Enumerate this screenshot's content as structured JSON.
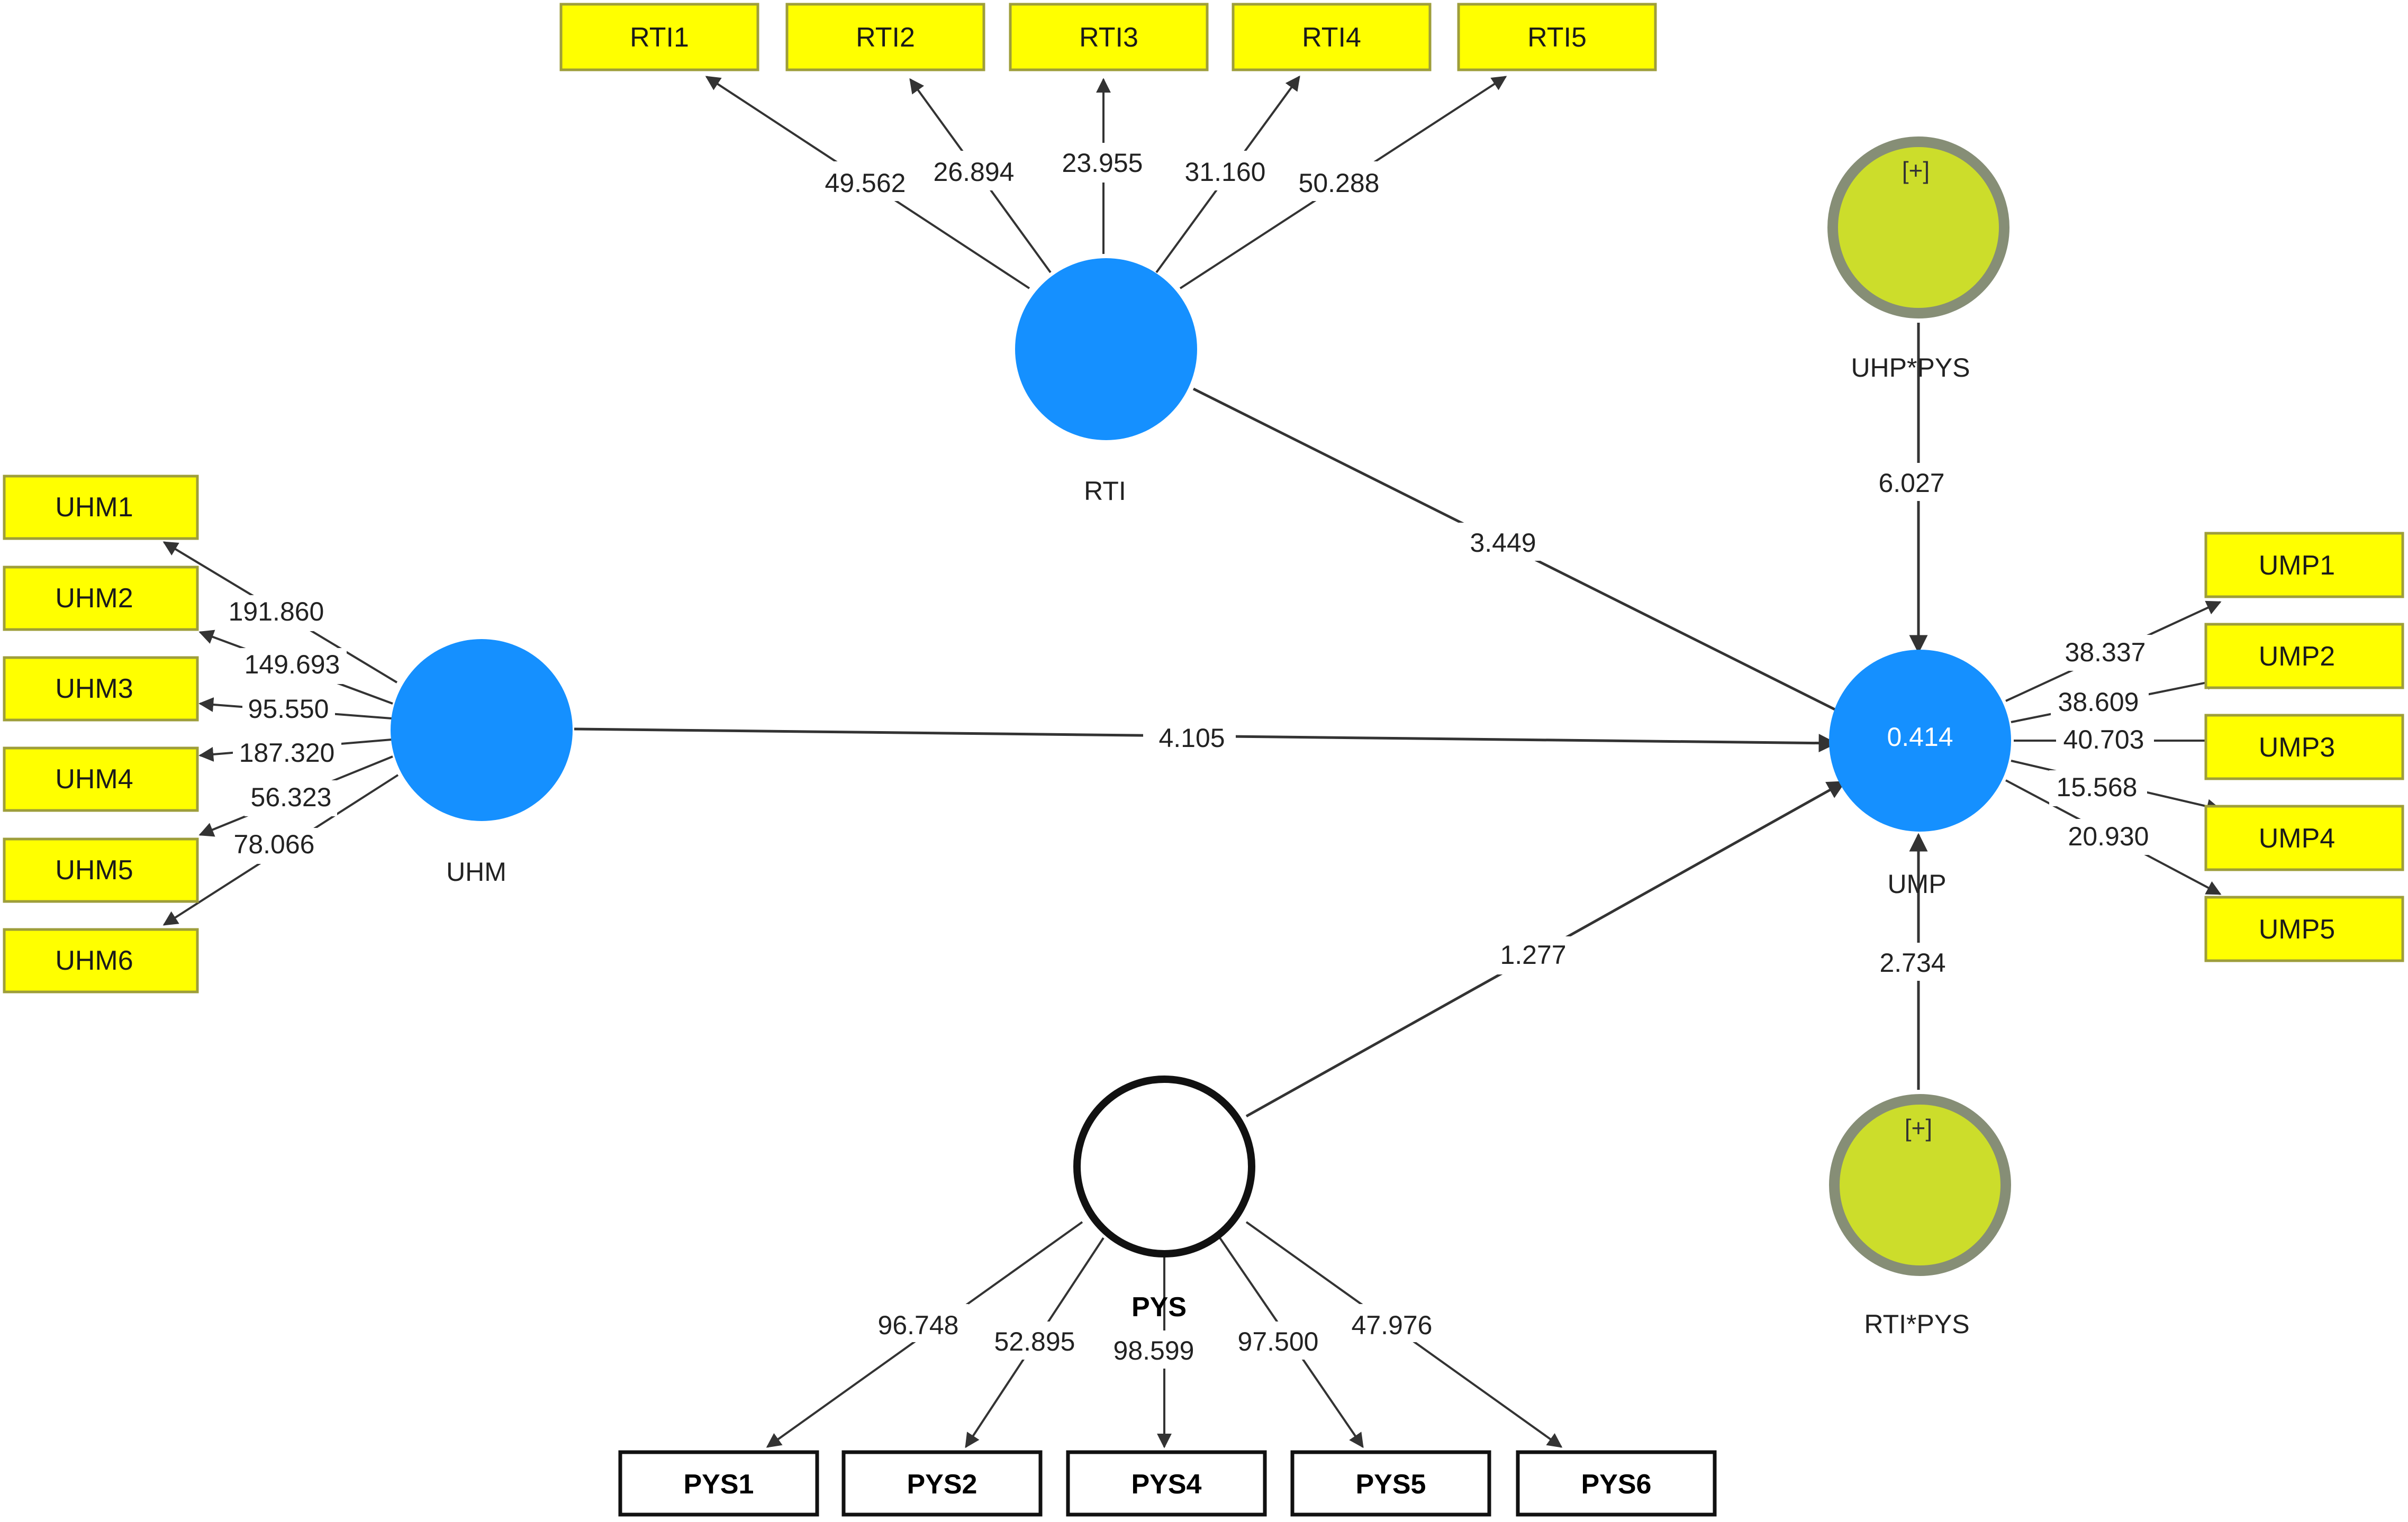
{
  "colors": {
    "latent": "#1590FF",
    "indicator_fill": "#FFFF00",
    "indicator_border": "#9E9E3A",
    "moderator_fill": "#CCDD2B",
    "moderator_ring": "#868E76",
    "line": "#333333"
  },
  "latent_variables": {
    "RTI": {
      "label": "RTI"
    },
    "UHM": {
      "label": "UHM"
    },
    "UMP": {
      "label": "UMP",
      "value": "0.414"
    },
    "PYS": {
      "label": "PYS"
    },
    "UHP_PYS": {
      "label": "UHP*PYS",
      "marker": "[+]"
    },
    "RTI_PYS": {
      "label": "RTI*PYS",
      "marker": "[+]"
    }
  },
  "indicators": {
    "RTI": [
      {
        "label": "RTI1",
        "value": "49.562"
      },
      {
        "label": "RTI2",
        "value": "26.894"
      },
      {
        "label": "RTI3",
        "value": "23.955"
      },
      {
        "label": "RTI4",
        "value": "31.160"
      },
      {
        "label": "RTI5",
        "value": "50.288"
      }
    ],
    "UHM": [
      {
        "label": "UHM1",
        "value": "191.860"
      },
      {
        "label": "UHM2",
        "value": "149.693"
      },
      {
        "label": "UHM3",
        "value": "95.550"
      },
      {
        "label": "UHM4",
        "value": "187.320"
      },
      {
        "label": "UHM5",
        "value": "56.323"
      },
      {
        "label": "UHM6",
        "value": "78.066"
      }
    ],
    "UMP": [
      {
        "label": "UMP1",
        "value": "38.337"
      },
      {
        "label": "UMP2",
        "value": "38.609"
      },
      {
        "label": "UMP3",
        "value": "40.703"
      },
      {
        "label": "UMP4",
        "value": "15.568"
      },
      {
        "label": "UMP5",
        "value": "20.930"
      }
    ],
    "PYS": [
      {
        "label": "PYS1",
        "value": "96.748"
      },
      {
        "label": "PYS2",
        "value": "52.895"
      },
      {
        "label": "PYS4",
        "value": "98.599"
      },
      {
        "label": "PYS5",
        "value": "97.500"
      },
      {
        "label": "PYS6",
        "value": "47.976"
      }
    ]
  },
  "paths": {
    "RTI_UMP": "3.449",
    "UHM_UMP": "4.105",
    "PYS_UMP": "1.277",
    "UHP_PYS_UMP": "6.027",
    "RTI_PYS_UMP": "2.734"
  }
}
